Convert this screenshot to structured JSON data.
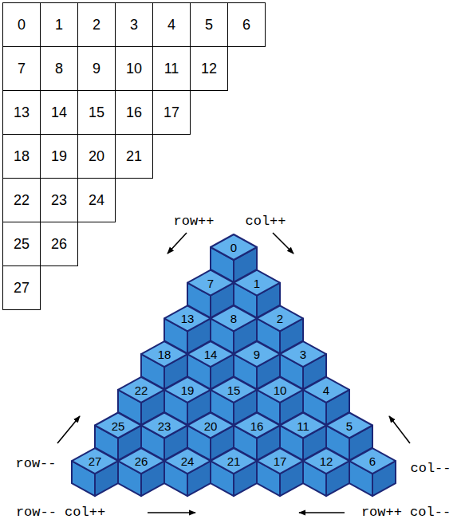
{
  "diagram": {
    "labels": [
      "0",
      "1",
      "2",
      "3",
      "4",
      "5",
      "6",
      "7",
      "8",
      "9",
      "10",
      "11",
      "12",
      "13",
      "14",
      "15",
      "16",
      "17",
      "18",
      "19",
      "20",
      "21",
      "22",
      "23",
      "24",
      "25",
      "26",
      "27",
      "row++",
      "col++",
      "0",
      "7",
      "1",
      "13",
      "8",
      "2",
      "18",
      "14",
      "9",
      "3",
      "22",
      "19",
      "15",
      "10",
      "4",
      "25",
      "23",
      "20",
      "16",
      "11",
      "5",
      "row--",
      "27",
      "26",
      "24",
      "21",
      "17",
      "12",
      "6",
      "col--",
      "row-- col++",
      "row++ col--"
    ]
  }
}
